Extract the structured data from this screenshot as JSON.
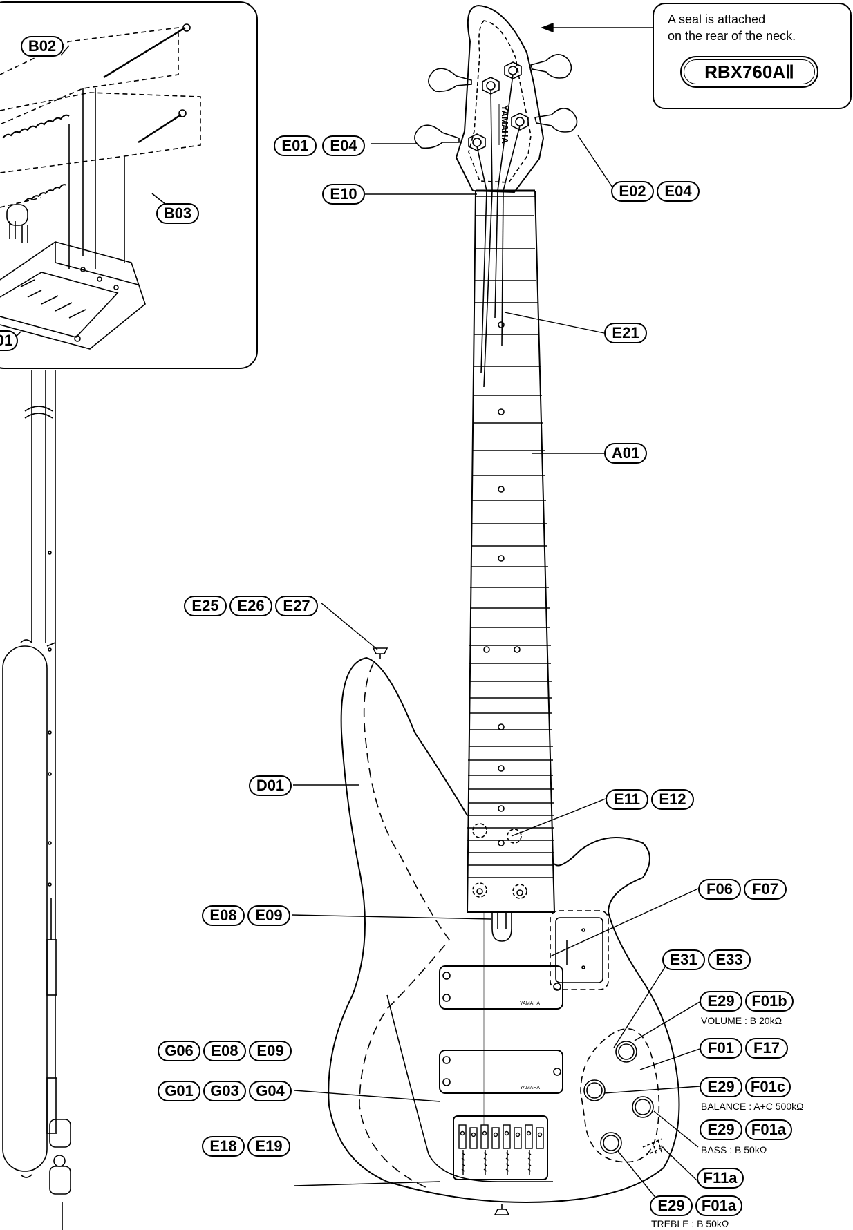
{
  "seal_note": {
    "line1": "A seal is attached",
    "line2": "on the rear of  the neck.",
    "model": "RBX760AⅡ"
  },
  "inset_labels": {
    "b02": "B02",
    "b03": "B03",
    "b01_partial": "01"
  },
  "labels": {
    "e01": "E01",
    "e04a": "E04",
    "e02": "E02",
    "e04b": "E04",
    "e10": "E10",
    "e21": "E21",
    "a01": "A01",
    "e25": "E25",
    "e26": "E26",
    "e27": "E27",
    "d01": "D01",
    "e11": "E11",
    "e12": "E12",
    "f06": "F06",
    "f07": "F07",
    "e08a": "E08",
    "e09a": "E09",
    "e31": "E31",
    "e33": "E33",
    "g01": "G01",
    "g03": "G03",
    "g04": "G04",
    "e29_vol": "E29",
    "f01b": "F01b",
    "f01": "F01",
    "f17": "F17",
    "g06": "G06",
    "e08b": "E08",
    "e09b": "E09",
    "e29_bal": "E29",
    "f01c": "F01c",
    "e29_bass": "E29",
    "f01a_bass": "F01a",
    "e18": "E18",
    "e19": "E19",
    "f11a": "F11a",
    "e29_tre": "E29",
    "f01a_tre": "F01a"
  },
  "control_notes": {
    "volume": "VOLUME : B 20kΩ",
    "balance": "BALANCE : A+C 500kΩ",
    "bass": "BASS : B 50kΩ",
    "treble": "TREBLE : B 50kΩ"
  },
  "headstock_logo": "YAMAHA",
  "pickup_logo": "YAMAHA"
}
